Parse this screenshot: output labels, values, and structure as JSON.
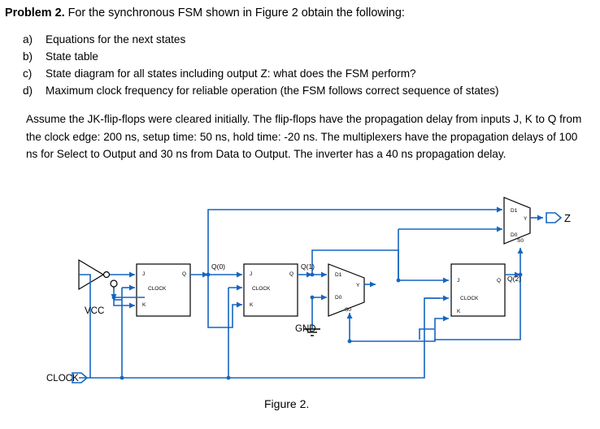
{
  "problem": {
    "number": "Problem 2.",
    "intro": "For the synchronous FSM shown in Figure 2 obtain the following:"
  },
  "items": [
    {
      "label": "a)",
      "text": "Equations for the next states"
    },
    {
      "label": "b)",
      "text": "State table"
    },
    {
      "label": "c)",
      "text": "State diagram for all states including output Z: what does the FSM perform?"
    },
    {
      "label": "d)",
      "text": "Maximum clock frequency for reliable operation (the FSM follows correct sequence of states)"
    }
  ],
  "assumption": "Assume the JK-flip-flops were cleared initially. The flip-flops have the propagation delay from inputs J, K to Q from the clock edge: 200 ns, setup time: 50 ns, hold time: -20 ns. The multiplexers have the propagation delays of 100 ns for Select to Output and 30 ns from Data to Output. The inverter has a 40 ns propagation delay.",
  "circuit": {
    "ff_pins": {
      "j": "J",
      "k": "K",
      "q": "Q",
      "clock": "CLOCK"
    },
    "mux_pins": {
      "d1": "D1",
      "d0": "D0",
      "y": "Y",
      "s0": "S0"
    },
    "q0": "Q(0)",
    "q1": "Q(1)",
    "q2": "Q(2)",
    "vcc": "VCC",
    "gnd": "GND",
    "clock_input": "CLOCK",
    "output": "Z"
  },
  "figure_caption": "Figure 2."
}
